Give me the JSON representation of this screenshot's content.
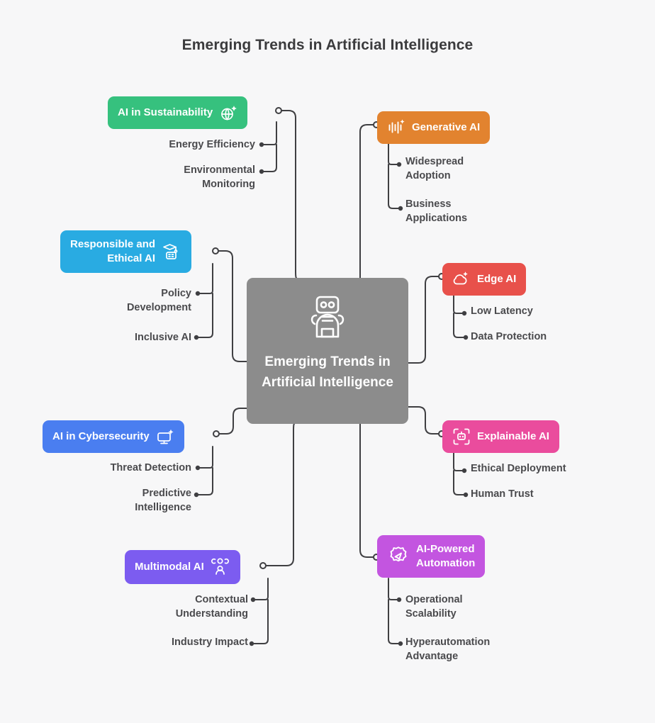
{
  "page": {
    "title": "Emerging Trends in Artificial Intelligence",
    "background_color": "#f7f7f8",
    "text_color": "#4a4a4d"
  },
  "center": {
    "label": "Emerging Trends\nin Artificial\nIntelligence",
    "icon": "robot-icon",
    "color": "#8c8c8c"
  },
  "branches": [
    {
      "id": "ai-in-sustainability",
      "label": "AI in Sustainability",
      "icon": "globe-sparkle-icon",
      "color": "#36c17e",
      "side": "left",
      "children": [
        "Energy Efficiency",
        "Environmental\nMonitoring"
      ]
    },
    {
      "id": "responsible-and-ethical-ai",
      "label": "Responsible and\nEthical AI",
      "icon": "graduation-robot-icon",
      "color": "#29abe2",
      "side": "left",
      "children": [
        "Policy\nDevelopment",
        "Inclusive AI"
      ]
    },
    {
      "id": "ai-in-cybersecurity",
      "label": "AI in Cybersecurity",
      "icon": "monitor-sparkle-icon",
      "color": "#4a7ef0",
      "side": "left",
      "children": [
        "Threat Detection",
        "Predictive\nIntelligence"
      ]
    },
    {
      "id": "multimodal-ai",
      "label": "Multimodal AI",
      "icon": "person-nodes-icon",
      "color": "#7c5cf0",
      "side": "left",
      "children": [
        "Contextual\nUnderstanding",
        "Industry Impact"
      ]
    },
    {
      "id": "generative-ai",
      "label": "Generative AI",
      "icon": "waveform-sparkle-icon",
      "color": "#e2832f",
      "side": "right",
      "children": [
        "Widespread\nAdoption",
        "Business\nApplications"
      ]
    },
    {
      "id": "edge-ai",
      "label": "Edge AI",
      "icon": "cloud-sparkle-icon",
      "color": "#e8514b",
      "side": "right",
      "children": [
        "Low Latency",
        "Data Protection"
      ]
    },
    {
      "id": "explainable-ai",
      "label": "Explainable AI",
      "icon": "scan-robot-icon",
      "color": "#ea4c9d",
      "side": "right",
      "children": [
        "Ethical Deployment",
        "Human Trust"
      ]
    },
    {
      "id": "ai-powered-automation",
      "label": "AI-Powered\nAutomation",
      "icon": "gear-spark-icon",
      "color": "#c355e0",
      "side": "right",
      "children": [
        "Operational\nScalability",
        "Hyperautomation\nAdvantage"
      ]
    }
  ],
  "connector": {
    "color": "#3f3f42",
    "width": 2
  },
  "chart_data": {
    "type": "diagram",
    "diagram_type": "mind-map",
    "root": "Emerging Trends in Artificial Intelligence",
    "nodes": [
      {
        "name": "AI in Sustainability",
        "color": "#36c17e",
        "children": [
          "Energy Efficiency",
          "Environmental Monitoring"
        ]
      },
      {
        "name": "Responsible and Ethical AI",
        "color": "#29abe2",
        "children": [
          "Policy Development",
          "Inclusive AI"
        ]
      },
      {
        "name": "AI in Cybersecurity",
        "color": "#4a7ef0",
        "children": [
          "Threat Detection",
          "Predictive Intelligence"
        ]
      },
      {
        "name": "Multimodal AI",
        "color": "#7c5cf0",
        "children": [
          "Contextual Understanding",
          "Industry Impact"
        ]
      },
      {
        "name": "Generative AI",
        "color": "#e2832f",
        "children": [
          "Widespread Adoption",
          "Business Applications"
        ]
      },
      {
        "name": "Edge AI",
        "color": "#e8514b",
        "children": [
          "Low Latency",
          "Data Protection"
        ]
      },
      {
        "name": "Explainable AI",
        "color": "#ea4c9d",
        "children": [
          "Ethical Deployment",
          "Human Trust"
        ]
      },
      {
        "name": "AI-Powered Automation",
        "color": "#c355e0",
        "children": [
          "Operational Scalability",
          "Hyperautomation Advantage"
        ]
      }
    ]
  }
}
